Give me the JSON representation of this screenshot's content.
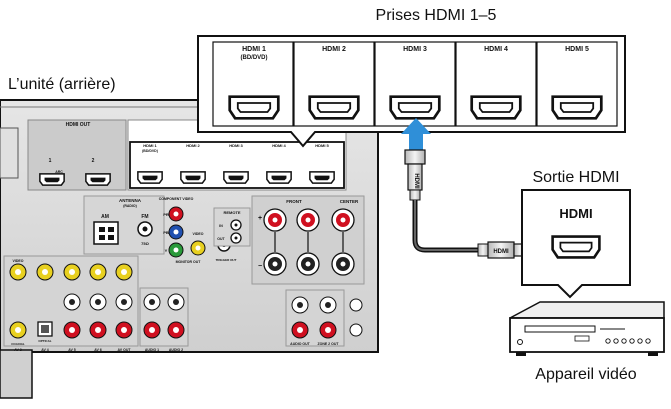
{
  "labels": {
    "hdmi_ports_title": "Prises HDMI 1–5",
    "unit_rear": "L’unité (arrière)",
    "hdmi_output": "Sortie HDMI",
    "video_device": "Appareil vidéo",
    "device_port_label": "HDMI",
    "cable_tag": "HDMI"
  },
  "zoom_ports": [
    {
      "label": "HDMI 1",
      "sub": "(BD/DVD)"
    },
    {
      "label": "HDMI 2",
      "sub": ""
    },
    {
      "label": "HDMI 3",
      "sub": ""
    },
    {
      "label": "HDMI 4",
      "sub": ""
    },
    {
      "label": "HDMI 5",
      "sub": ""
    }
  ],
  "rear_panel": {
    "hdmi_out": "HDMI OUT",
    "out_ports": [
      "1",
      "2"
    ],
    "arc": "ARC",
    "hdmi_inputs": [
      {
        "label": "HDMI 1",
        "sub": "(BD/DVD)"
      },
      {
        "label": "HDMI 2",
        "sub": ""
      },
      {
        "label": "HDMI 3",
        "sub": ""
      },
      {
        "label": "HDMI 4",
        "sub": ""
      },
      {
        "label": "HDMI 5",
        "sub": ""
      }
    ],
    "antenna": "ANTENNA",
    "antenna_sub": "(RADIO)",
    "am": "AM",
    "fm": "FM",
    "ohm": "75Ω",
    "component_video": "COMPONENT VIDEO",
    "pb": "PB",
    "pr": "PR",
    "y": "Y",
    "monitor_out": "MONITOR OUT",
    "video": "VIDEO",
    "remote": "REMOTE",
    "remote_in": "IN",
    "remote_out": "OUT",
    "trigger_out": "TRIGGER OUT",
    "front": "FRONT",
    "center": "CENTER",
    "coaxial": "COAXIAL",
    "optical": "OPTICAL",
    "av_groups": [
      "AV 4",
      "AV 5",
      "AV 6"
    ],
    "av_out": "AV OUT",
    "audio_groups": [
      "AUDIO 1",
      "AUDIO 2"
    ],
    "audio_out": "AUDIO OUT",
    "zone2_out": "ZONE 2 OUT",
    "av3": "AV 3"
  },
  "colors": {
    "arrow": "#2f8fd8",
    "outline": "#111111",
    "panel": "#dcdcdc",
    "red_jack": "#d01020",
    "yellow_jack": "#e8d020",
    "green_jack": "#2a9a3a",
    "blue_jack": "#2050b0"
  }
}
